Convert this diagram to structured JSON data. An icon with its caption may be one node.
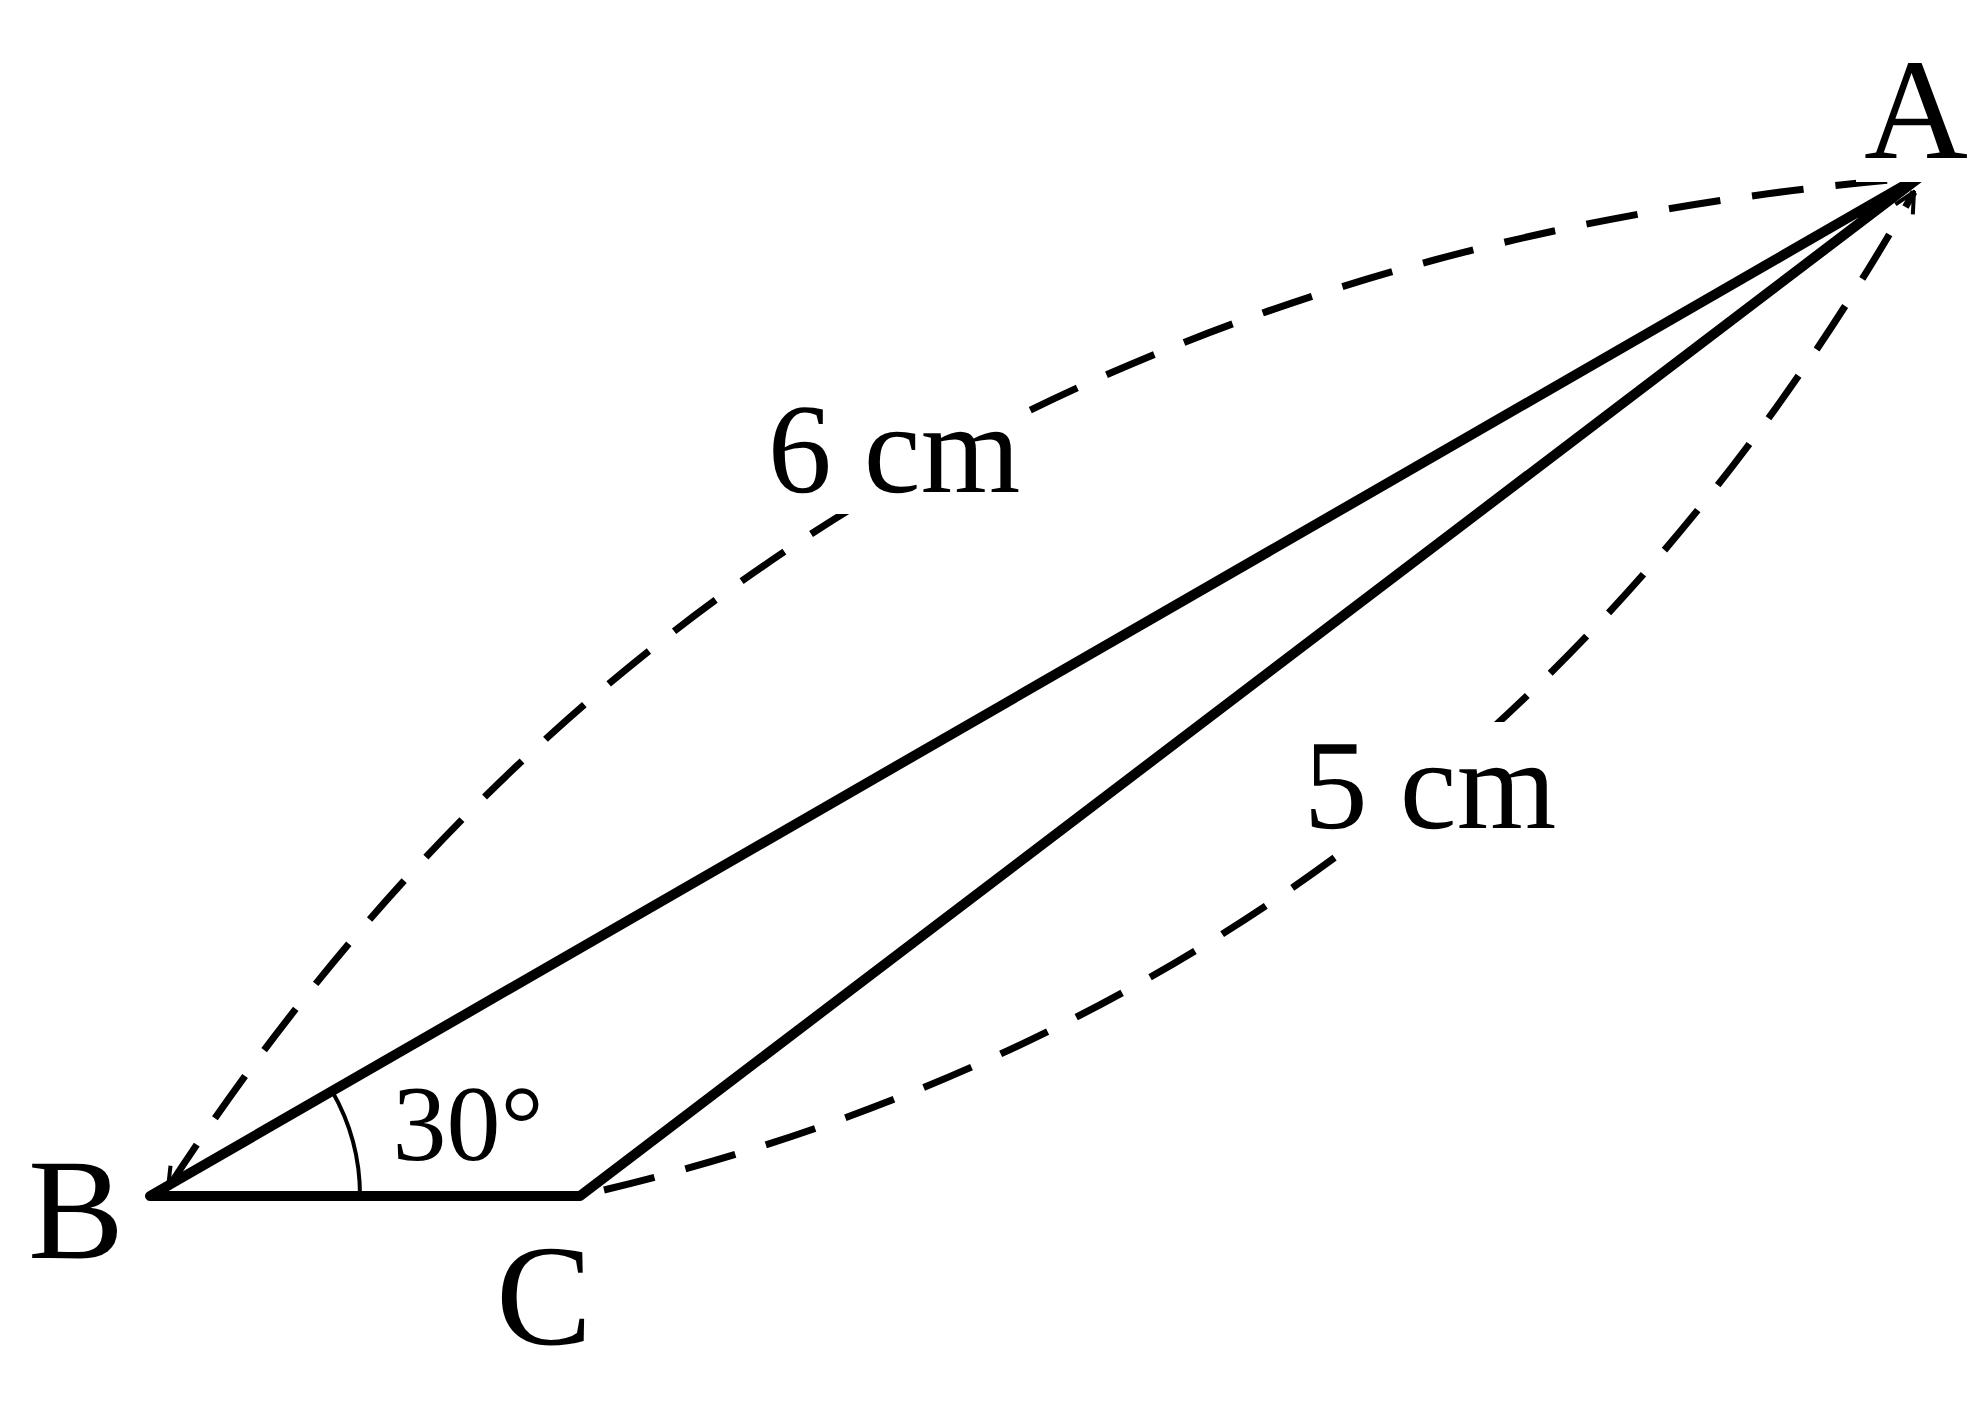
{
  "diagram": {
    "labels": [
      "A",
      "6 cm",
      "5 cm",
      "30°",
      "B",
      "C"
    ]
  }
}
